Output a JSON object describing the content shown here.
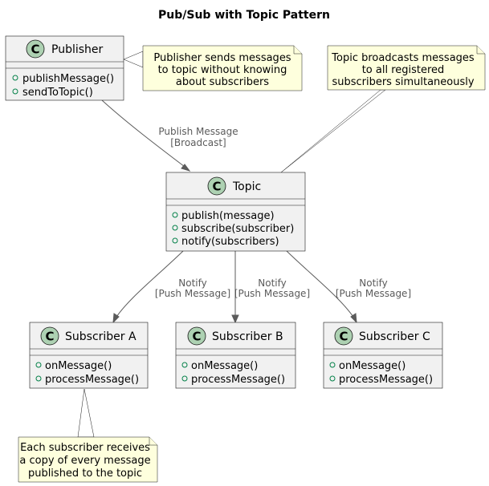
{
  "diagram": {
    "title": "Pub/Sub with Topic Pattern"
  },
  "classes": {
    "publisher": {
      "badge": "C",
      "name": "Publisher",
      "methods": [
        "publishMessage()",
        "sendToTopic()"
      ]
    },
    "topic": {
      "badge": "C",
      "name": "Topic",
      "methods": [
        "publish(message)",
        "subscribe(subscriber)",
        "notify(subscribers)"
      ]
    },
    "subscriber_a": {
      "badge": "C",
      "name": "Subscriber A",
      "methods": [
        "onMessage()",
        "processMessage()"
      ]
    },
    "subscriber_b": {
      "badge": "C",
      "name": "Subscriber B",
      "methods": [
        "onMessage()",
        "processMessage()"
      ]
    },
    "subscriber_c": {
      "badge": "C",
      "name": "Subscriber C",
      "methods": [
        "onMessage()",
        "processMessage()"
      ]
    }
  },
  "notes": {
    "publisher_note": [
      "Publisher sends messages",
      "to topic without knowing",
      "about subscribers"
    ],
    "topic_note": [
      "Topic broadcasts messages",
      "to all registered",
      "subscribers simultaneously"
    ],
    "subscriber_note": [
      "Each subscriber receives",
      "a copy of every message",
      "published to the topic"
    ]
  },
  "edges": {
    "publish": [
      "Publish Message",
      "[Broadcast]"
    ],
    "notify_a": [
      "Notify",
      "[Push Message]"
    ],
    "notify_b": [
      "Notify",
      "[Push Message]"
    ],
    "notify_c": [
      "Notify",
      "[Push Message]"
    ]
  },
  "colors": {
    "class_fill": "#f1f1f1",
    "class_badge": "#add1b2",
    "note_fill": "#feffdd",
    "edge": "#5b5b5b",
    "member_marker": "#038048"
  }
}
